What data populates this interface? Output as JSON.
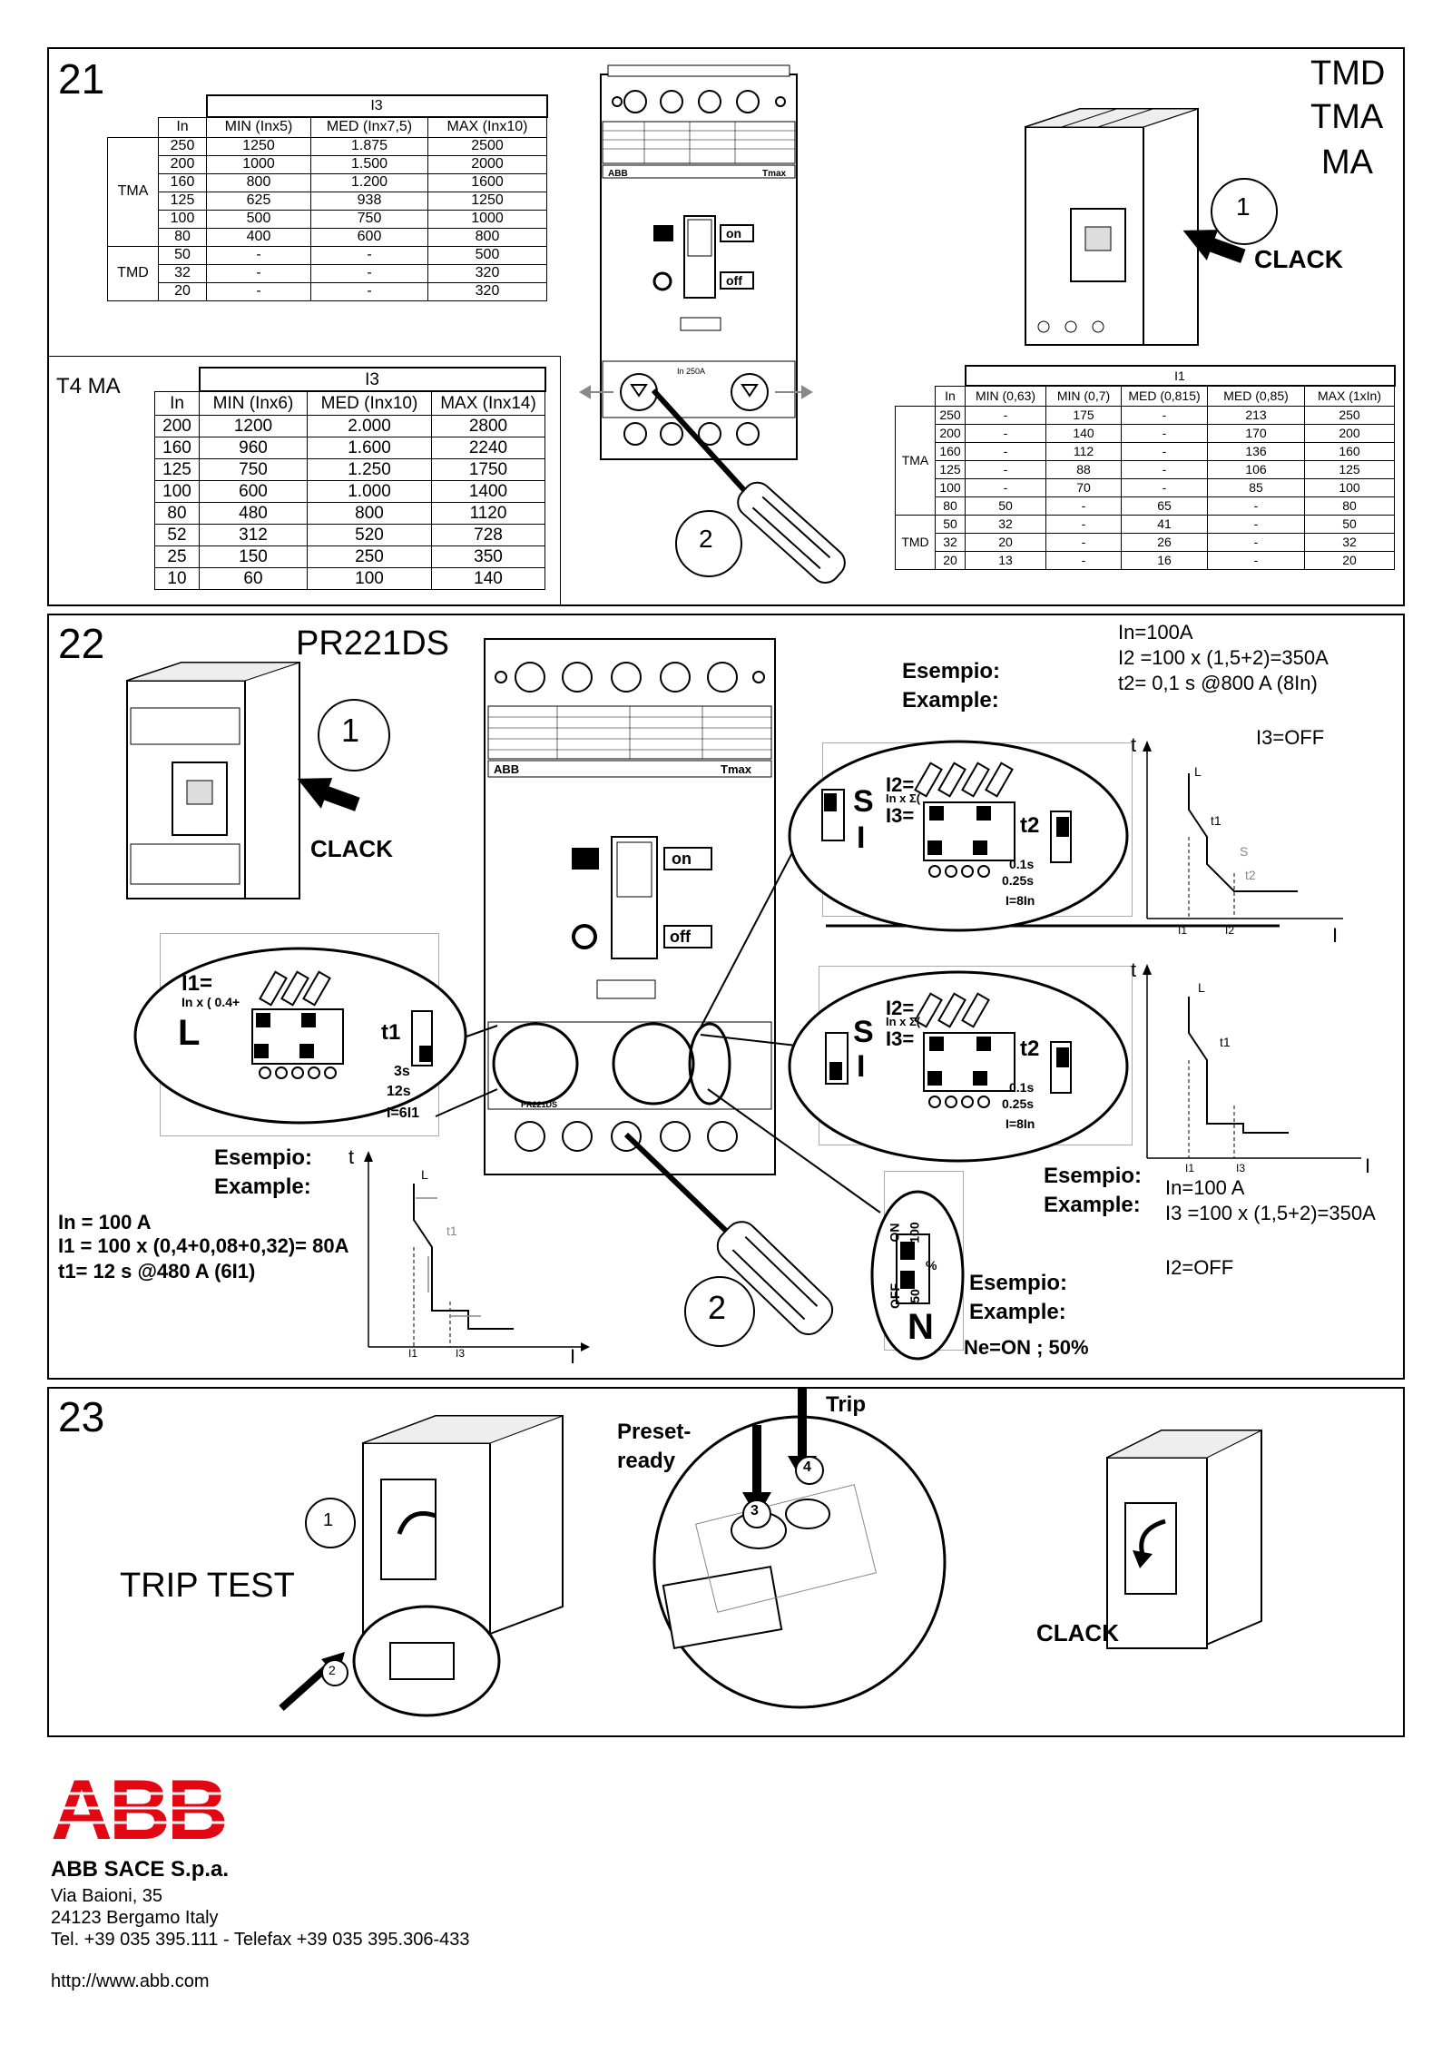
{
  "section21": {
    "number": "21",
    "tag_lines": [
      "TMD",
      "TMA",
      "MA"
    ],
    "table_i3": {
      "group_header": "I3",
      "columns": [
        "In",
        "MIN (Inx5)",
        "MED (Inx7,5)",
        "MAX (Inx10)"
      ],
      "groups": [
        {
          "label": "TMA",
          "rows": [
            [
              "250",
              "1250",
              "1.875",
              "2500"
            ],
            [
              "200",
              "1000",
              "1.500",
              "2000"
            ],
            [
              "160",
              "800",
              "1.200",
              "1600"
            ],
            [
              "125",
              "625",
              "938",
              "1250"
            ],
            [
              "100",
              "500",
              "750",
              "1000"
            ],
            [
              "80",
              "400",
              "600",
              "800"
            ]
          ]
        },
        {
          "label": "TMD",
          "rows": [
            [
              "50",
              "-",
              "-",
              "500"
            ],
            [
              "32",
              "-",
              "-",
              "320"
            ],
            [
              "20",
              "-",
              "-",
              "320"
            ]
          ]
        }
      ]
    },
    "t4ma": {
      "label": "T4 MA",
      "group_header": "I3",
      "columns": [
        "In",
        "MIN (Inx6)",
        "MED (Inx10)",
        "MAX (Inx14)"
      ],
      "rows": [
        [
          "200",
          "1200",
          "2.000",
          "2800"
        ],
        [
          "160",
          "960",
          "1.600",
          "2240"
        ],
        [
          "125",
          "750",
          "1.250",
          "1750"
        ],
        [
          "100",
          "600",
          "1.000",
          "1400"
        ],
        [
          "80",
          "480",
          "800",
          "1120"
        ],
        [
          "52",
          "312",
          "520",
          "728"
        ],
        [
          "25",
          "150",
          "250",
          "350"
        ],
        [
          "10",
          "60",
          "100",
          "140"
        ]
      ]
    },
    "table_i1": {
      "group_header": "I1",
      "columns": [
        "In",
        "MIN (0,63)",
        "MIN (0,7)",
        "MED (0,815)",
        "MED (0,85)",
        "MAX (1xIn)"
      ],
      "groups": [
        {
          "label": "TMA",
          "rows": [
            [
              "250",
              "-",
              "175",
              "-",
              "213",
              "250"
            ],
            [
              "200",
              "-",
              "140",
              "-",
              "170",
              "200"
            ],
            [
              "160",
              "-",
              "112",
              "-",
              "136",
              "160"
            ],
            [
              "125",
              "-",
              "88",
              "-",
              "106",
              "125"
            ],
            [
              "100",
              "-",
              "70",
              "-",
              "85",
              "100"
            ],
            [
              "80",
              "50",
              "-",
              "65",
              "-",
              "80"
            ]
          ]
        },
        {
          "label": "TMD",
          "rows": [
            [
              "50",
              "32",
              "-",
              "41",
              "-",
              "50"
            ],
            [
              "32",
              "20",
              "-",
              "26",
              "-",
              "32"
            ],
            [
              "20",
              "13",
              "-",
              "16",
              "-",
              "20"
            ]
          ]
        }
      ]
    },
    "step1": "1",
    "step2": "2",
    "clack": "CLACK",
    "breaker": {
      "brand": "ABB",
      "model": "Tmax",
      "on": "on",
      "off": "off",
      "in_label": "In 250A"
    }
  },
  "section22": {
    "number": "22",
    "title": "PR221DS",
    "clack": "CLACK",
    "step1": "1",
    "step2": "2",
    "breaker": {
      "brand": "ABB",
      "model": "Tmax",
      "on": "on",
      "off": "off",
      "unit_label": "PR221DS"
    },
    "example_top": {
      "esempio": "Esempio:",
      "example": "Example:",
      "in": "In=100A",
      "i2_line": "I2 =100 x (1,5+2)=350A",
      "t2_line": "t2= 0,1 s @800 A (8In)",
      "i3_off": "I3=OFF"
    },
    "example_bottom": {
      "esempio": "Esempio:",
      "example": "Example:",
      "in": "In=100 A",
      "i3_line": "I3 =100 x (1,5+2)=350A",
      "i2_off": "I2=OFF"
    },
    "example_left": {
      "esempio": "Esempio:",
      "example": "Example:",
      "in": "In = 100 A",
      "i1_line": "I1 = 100 x (0,4+0,08+0,32)= 80A",
      "t1_line": "t1= 12 s @480 A (6I1)"
    },
    "example_n": {
      "esempio": "Esempio:",
      "example": "Example:",
      "value": "Ne=ON ; 50%"
    },
    "zoom_L": {
      "i1": "I1=",
      "formula": "In x ( 0.4+",
      "letter": "L",
      "t1": "t1",
      "s3": "3s",
      "s12": "12s",
      "i6": "I=6I1"
    },
    "zoom_S": {
      "i2": "I2=",
      "formula": "In x Σ(",
      "i3": "I3=",
      "s": "S",
      "i": "I",
      "t2": "t2",
      "s01": "0.1s",
      "s025": "0.25s",
      "i8": "I=8In"
    },
    "zoom_N": {
      "on": "ON",
      "off": "OFF",
      "v100": "100",
      "v50": "50",
      "pct": "%",
      "n": "N"
    },
    "graph": {
      "t": "t",
      "I": "I",
      "L": "L",
      "S": "S",
      "t1": "t1",
      "t2": "t2",
      "I1": "I1",
      "I2": "I2",
      "I3": "I3"
    }
  },
  "section23": {
    "number": "23",
    "title": "TRIP TEST",
    "preset": "Preset-",
    "ready": "ready",
    "trip": "Trip",
    "clack": "CLACK",
    "steps": [
      "1",
      "2",
      "3",
      "4"
    ]
  },
  "footer": {
    "logo": "ABB",
    "company": "ABB SACE S.p.a.",
    "address1": "Via Baioni, 35",
    "address2": "24123 Bergamo  Italy",
    "phone": "Tel. +39 035 395.111 - Telefax +39 035 395.306-433",
    "url": "http://www.abb.com"
  },
  "colors": {
    "abb_red": "#e30613",
    "ink": "#000000",
    "gray": "#888888"
  }
}
